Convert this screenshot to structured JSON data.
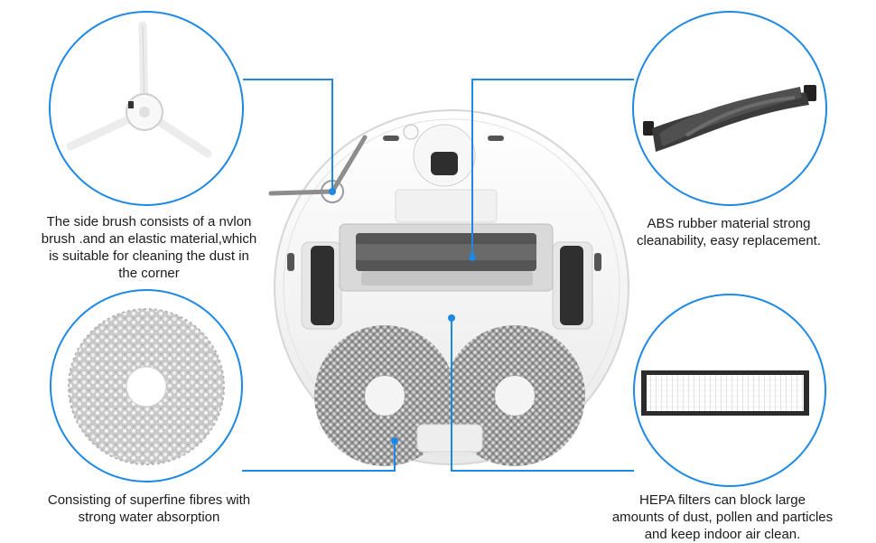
{
  "captions": {
    "side_brush": [
      "The side brush consists of a nvlon",
      "brush .and an elastic material,which",
      "is suitable for cleaning the dust in",
      "the corner"
    ],
    "main_brush": [
      "ABS rubber material strong",
      "cleanability, easy replacement."
    ],
    "mop_pad": [
      "Consisting of superfine fibres with",
      "strong water absorption"
    ],
    "hepa_filter": [
      "HEPA filters can block large",
      "amounts of dust, pollen and particles",
      "and keep indoor air clean."
    ]
  },
  "colors": {
    "accent": "#1e88e5",
    "robot_body": "#f3f3f3",
    "rubber": "#3c3c3c",
    "mop": "#8a8a8a"
  }
}
